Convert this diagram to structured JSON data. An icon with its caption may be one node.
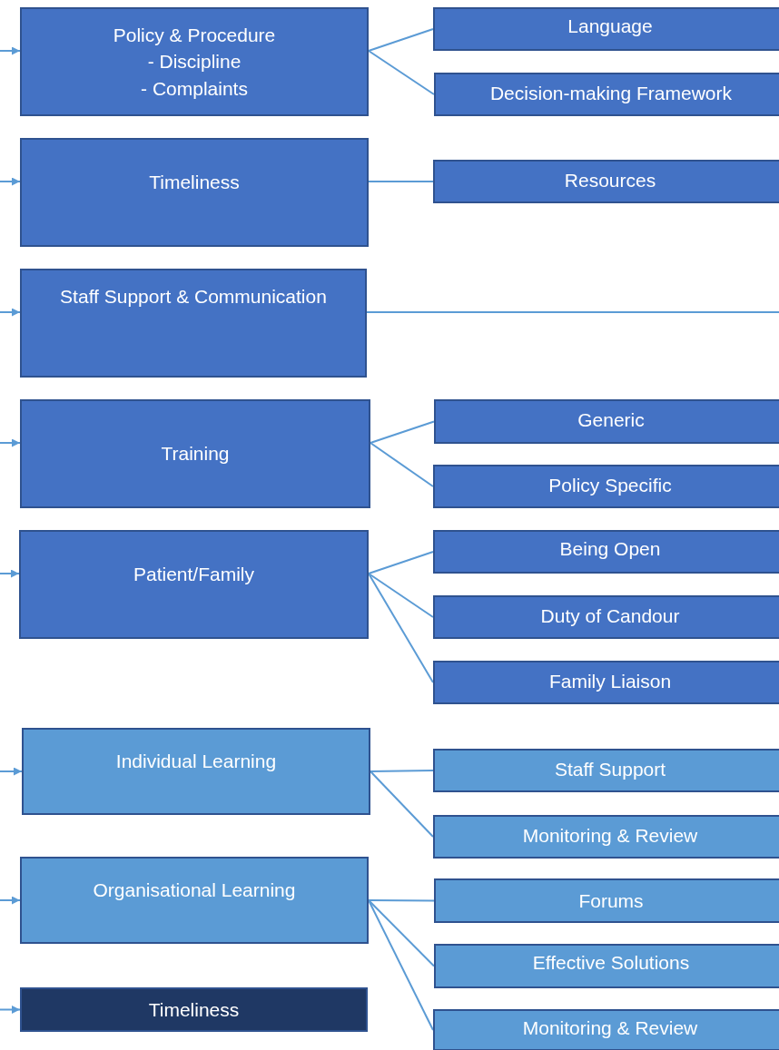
{
  "diagram": {
    "nodes": [
      {
        "text": [
          "Policy & Procedure",
          "- Discipline",
          "- Complaints"
        ]
      },
      {
        "text": [
          "Language"
        ]
      },
      {
        "text": [
          "Decision-making Framework"
        ]
      },
      {
        "text": [
          "Timeliness"
        ]
      },
      {
        "text": [
          "Resources"
        ]
      },
      {
        "text": [
          "Staff Support & Communication"
        ]
      },
      {
        "text": [
          "Training"
        ]
      },
      {
        "text": [
          "Generic"
        ]
      },
      {
        "text": [
          "Policy Specific"
        ]
      },
      {
        "text": [
          "Patient/Family"
        ]
      },
      {
        "text": [
          "Being Open"
        ]
      },
      {
        "text": [
          "Duty of Candour"
        ]
      },
      {
        "text": [
          "Family Liaison"
        ]
      },
      {
        "text": [
          "Individual Learning"
        ]
      },
      {
        "text": [
          "Staff Support"
        ]
      },
      {
        "text": [
          "Monitoring & Review"
        ]
      },
      {
        "text": [
          "Organisational Learning"
        ]
      },
      {
        "text": [
          "Forums"
        ]
      },
      {
        "text": [
          "Effective Solutions"
        ]
      },
      {
        "text": [
          "Monitoring & Review"
        ]
      },
      {
        "text": [
          "Timeliness"
        ]
      }
    ],
    "edges": [
      {
        "from": null,
        "to": 0,
        "arrow": "to"
      },
      {
        "from": null,
        "to": 3,
        "arrow": "to"
      },
      {
        "from": null,
        "to": 5,
        "arrow": "to"
      },
      {
        "from": null,
        "to": 6,
        "arrow": "to"
      },
      {
        "from": null,
        "to": 9,
        "arrow": "to"
      },
      {
        "from": null,
        "to": 13,
        "arrow": "to"
      },
      {
        "from": null,
        "to": 16,
        "arrow": "to"
      },
      {
        "from": null,
        "to": 20,
        "arrow": "to"
      },
      {
        "from": 0,
        "to": 1,
        "arrow": "none"
      },
      {
        "from": 0,
        "to": 2,
        "arrow": "none"
      },
      {
        "from": 3,
        "to": 4,
        "arrow": "none"
      },
      {
        "from": 5,
        "to": null,
        "arrow": "none"
      },
      {
        "from": 6,
        "to": 7,
        "arrow": "none"
      },
      {
        "from": 6,
        "to": 8,
        "arrow": "none"
      },
      {
        "from": 9,
        "to": 10,
        "arrow": "none"
      },
      {
        "from": 9,
        "to": 11,
        "arrow": "none"
      },
      {
        "from": 9,
        "to": 12,
        "arrow": "none"
      },
      {
        "from": 13,
        "to": 14,
        "arrow": "none"
      },
      {
        "from": 13,
        "to": 15,
        "arrow": "none"
      },
      {
        "from": 16,
        "to": 17,
        "arrow": "none"
      },
      {
        "from": 16,
        "to": 18,
        "arrow": "none"
      },
      {
        "from": 16,
        "to": 19,
        "arrow": "none"
      }
    ]
  }
}
